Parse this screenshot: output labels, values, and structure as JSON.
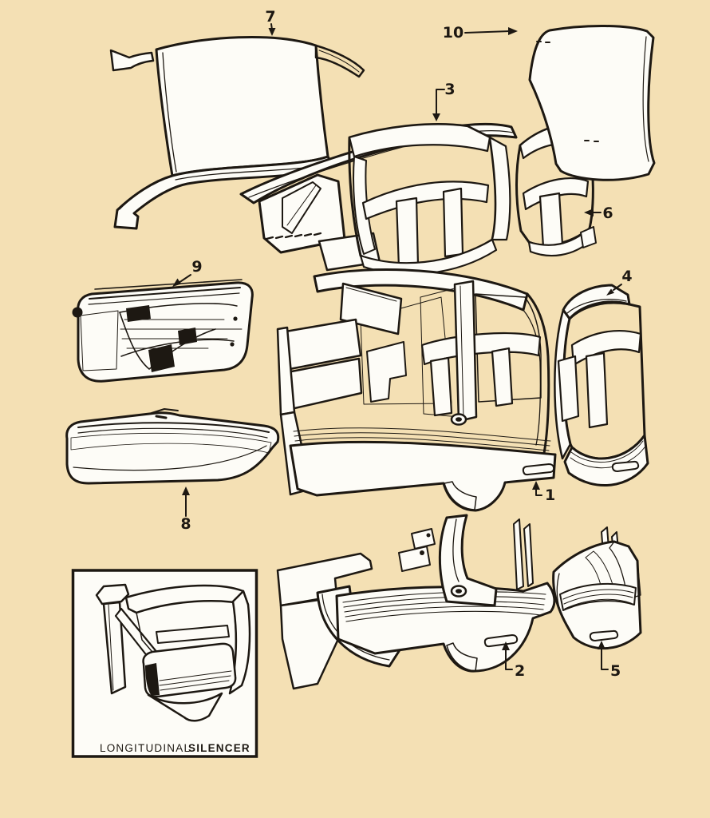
{
  "document": {
    "kind": "vintage exploded parts diagram",
    "subject": "car body panels and sections"
  },
  "palette": {
    "background": "#f4e0b4",
    "ink": "#1d1812",
    "paper": "#fdfcf7"
  },
  "callouts": [
    {
      "label": "1"
    },
    {
      "label": "2"
    },
    {
      "label": "3"
    },
    {
      "label": "4"
    },
    {
      "label": "5"
    },
    {
      "label": "6"
    },
    {
      "label": "7"
    },
    {
      "label": "8"
    },
    {
      "label": "9"
    },
    {
      "label": "10"
    }
  ],
  "inset": {
    "caption_regular": "LONGITUDINAL",
    "caption_bold": "SILENCER"
  }
}
